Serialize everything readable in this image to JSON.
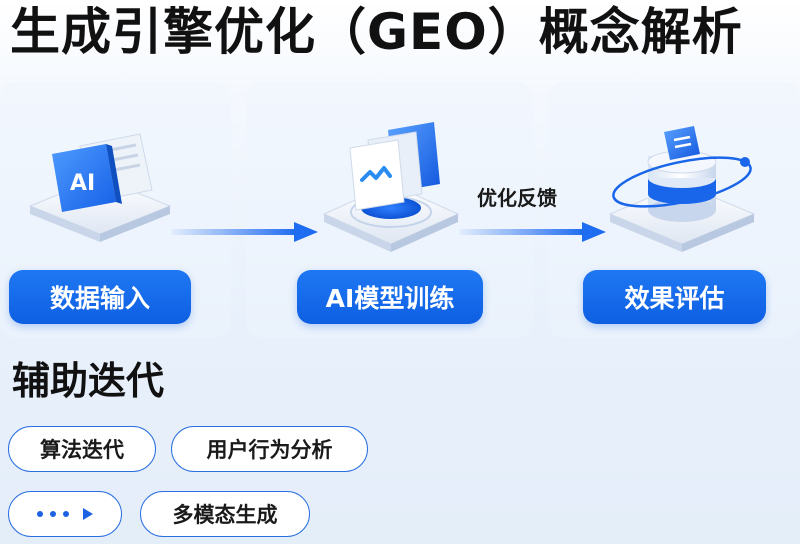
{
  "title": "生成引擎优化（GEO）概念解析",
  "flow": {
    "steps": [
      {
        "label": "数据输入",
        "illustration": "ai-monitor-icon"
      },
      {
        "label": "AI模型训练",
        "illustration": "model-cards-icon"
      },
      {
        "label": "效果评估",
        "illustration": "data-orbit-icon"
      }
    ],
    "feedback_label": "优化反馈"
  },
  "auxiliary": {
    "title": "辅助迭代",
    "chips": [
      "算法迭代",
      "用户行为分析",
      "多模态生成"
    ],
    "more_icons": [
      "ellipsis-icon",
      "play-triangle-icon"
    ]
  },
  "colors": {
    "accent": "#1266E8",
    "text": "#111111",
    "panel": "#EEF4FD"
  },
  "illustration_text": {
    "ai_badge": "AI"
  }
}
